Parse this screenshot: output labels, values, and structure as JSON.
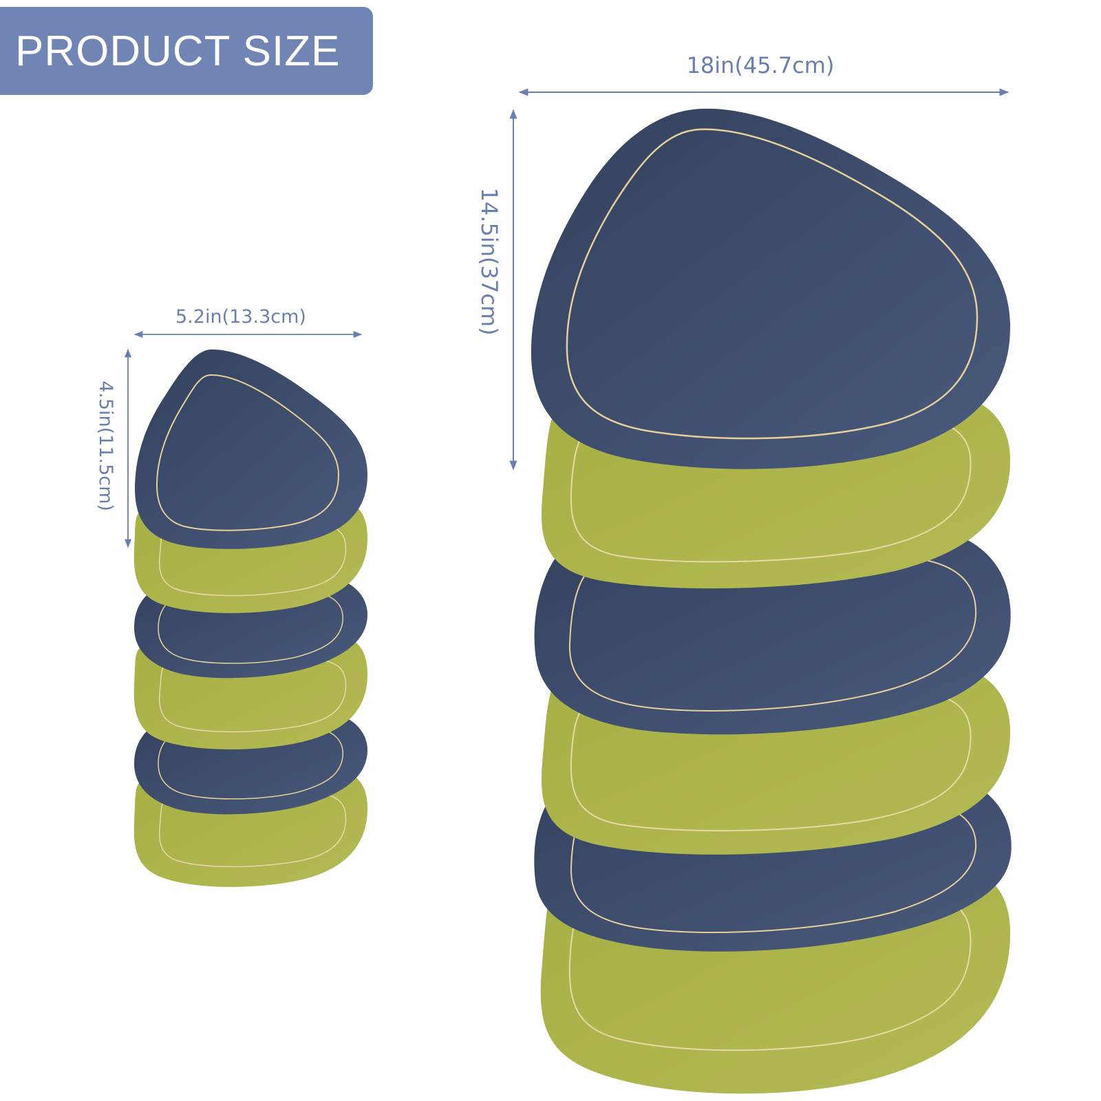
{
  "banner": {
    "title": "PRODUCT SIZE",
    "color": "#7185b4"
  },
  "colors": {
    "navy": "#3d4c6b",
    "olive": "#aab34a",
    "gold_trim": "#e6cf9a",
    "dimension": "#6a7fb0"
  },
  "placemat": {
    "width_label": "18in(45.7cm)",
    "height_label": "14.5in(37cm)"
  },
  "coaster": {
    "width_label": "5.2in(13.3cm)",
    "height_label": "4.5in(11.5cm)"
  }
}
